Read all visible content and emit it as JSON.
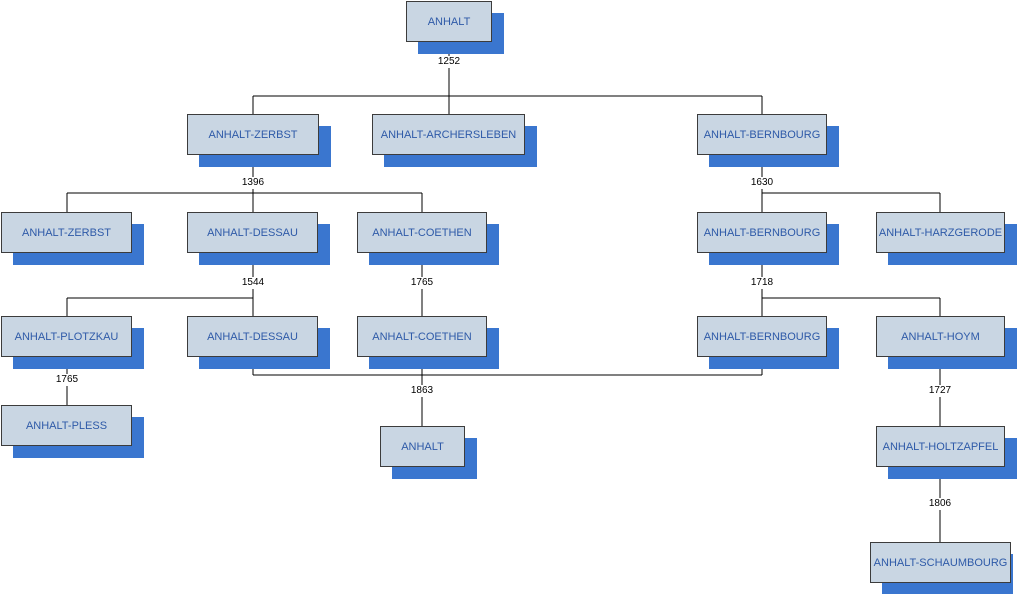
{
  "nodes": [
    {
      "id": "anhalt-root",
      "label": "ANHALT"
    },
    {
      "id": "zerbst-1",
      "label": "ANHALT-ZERBST"
    },
    {
      "id": "archersleben",
      "label": "ANHALT-ARCHERSLEBEN"
    },
    {
      "id": "bernbourg-1",
      "label": "ANHALT-BERNBOURG"
    },
    {
      "id": "zerbst-2",
      "label": "ANHALT-ZERBST"
    },
    {
      "id": "dessau-1",
      "label": "ANHALT-DESSAU"
    },
    {
      "id": "coethen-1",
      "label": "ANHALT-COETHEN"
    },
    {
      "id": "bernbourg-2",
      "label": "ANHALT-BERNBOURG"
    },
    {
      "id": "harzgerode",
      "label": "ANHALT-HARZGERODE"
    },
    {
      "id": "plotzkau",
      "label": "ANHALT-PLOTZKAU"
    },
    {
      "id": "dessau-2",
      "label": "ANHALT-DESSAU"
    },
    {
      "id": "coethen-2",
      "label": "ANHALT-COETHEN"
    },
    {
      "id": "bernbourg-3",
      "label": "ANHALT-BERNBOURG"
    },
    {
      "id": "hoym",
      "label": "ANHALT-HOYM"
    },
    {
      "id": "pless",
      "label": "ANHALT-PLESS"
    },
    {
      "id": "anhalt-unified",
      "label": "ANHALT"
    },
    {
      "id": "holtzapfel",
      "label": "ANHALT-HOLTZAPFEL"
    },
    {
      "id": "schaumbourg",
      "label": "ANHALT-SCHAUMBOURG"
    }
  ],
  "years": [
    {
      "id": "y1252",
      "label": "1252"
    },
    {
      "id": "y1396",
      "label": "1396"
    },
    {
      "id": "y1630",
      "label": "1630"
    },
    {
      "id": "y1544",
      "label": "1544"
    },
    {
      "id": "y1765a",
      "label": "1765"
    },
    {
      "id": "y1718",
      "label": "1718"
    },
    {
      "id": "y1765b",
      "label": "1765"
    },
    {
      "id": "y1863",
      "label": "1863"
    },
    {
      "id": "y1727",
      "label": "1727"
    },
    {
      "id": "y1806",
      "label": "1806"
    }
  ],
  "colors": {
    "box_fill": "#c9d6e3",
    "shadow": "#3a76cf",
    "text": "#2e5aa8",
    "line": "#000000"
  }
}
